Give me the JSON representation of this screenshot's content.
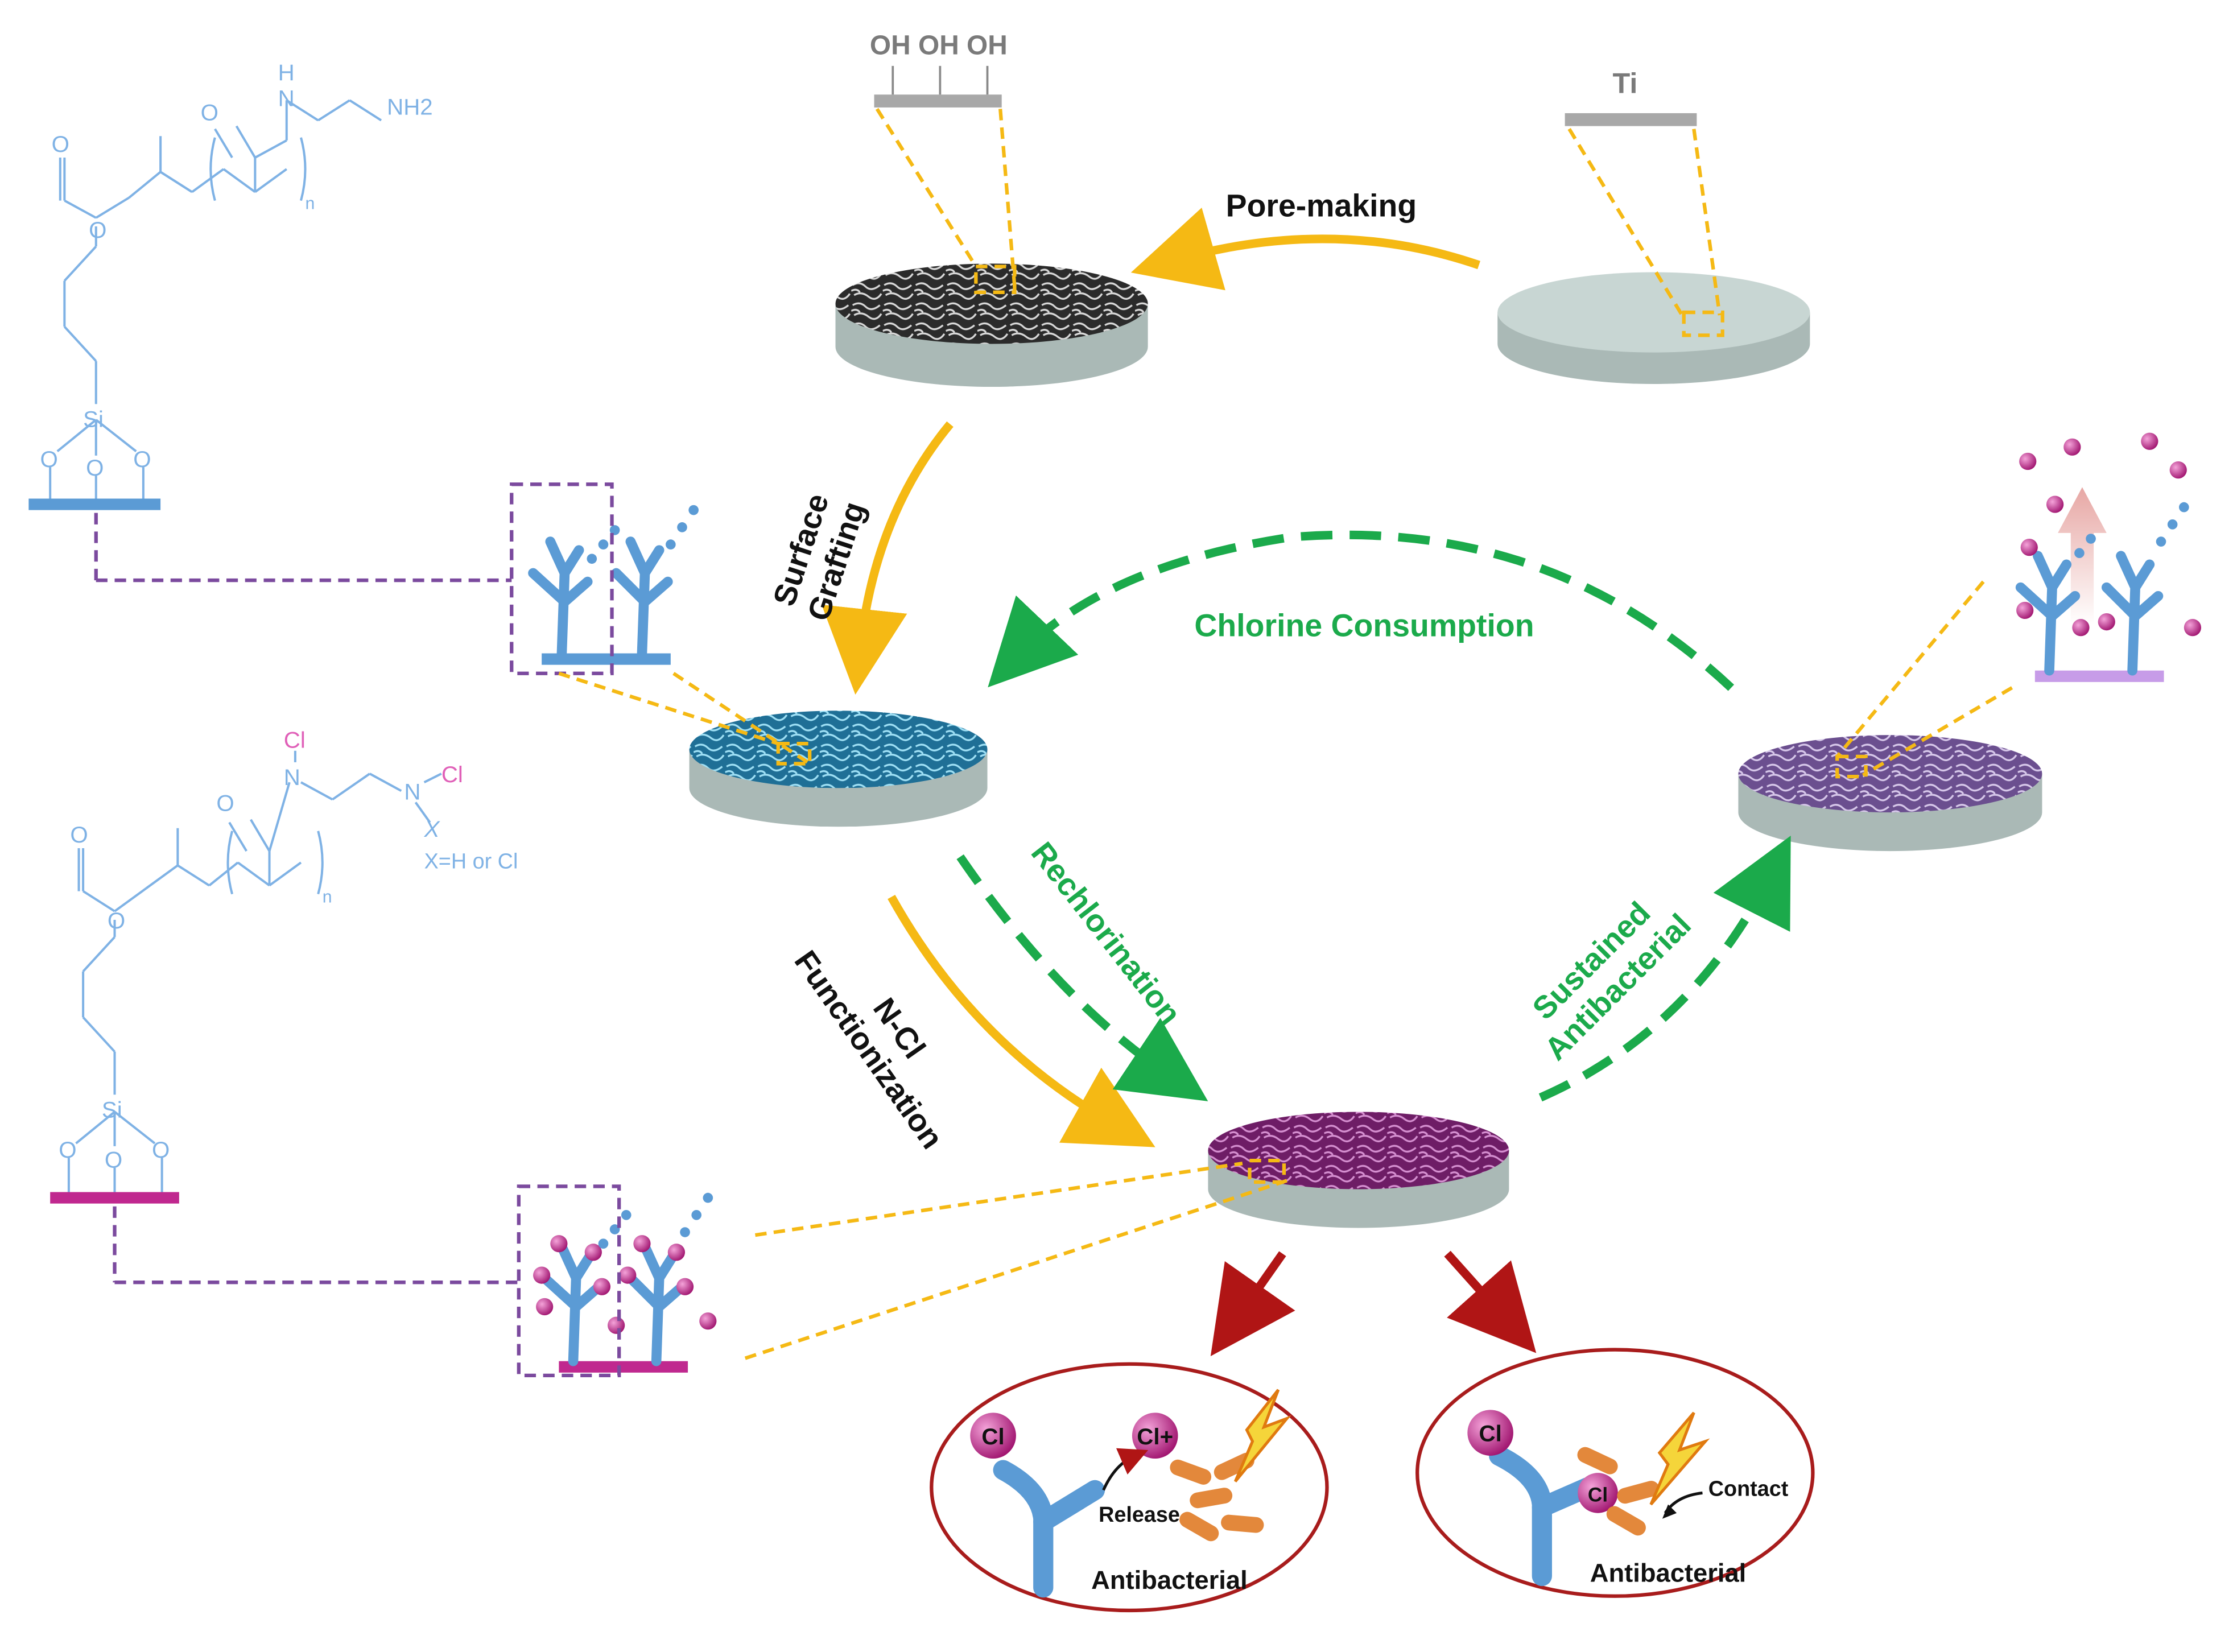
{
  "labels": {
    "oh_groups": "OH OH OH",
    "ti": "Ti",
    "pore_making": "Pore-making",
    "surface": "Surface",
    "grafting": "Grafting",
    "chlorine_consumption": "Chlorine Consumption",
    "rechlorination": "Rechlorination",
    "ncl": "N-Cl",
    "functionization": "Functionization",
    "sustained": "Sustained",
    "antibacterial_arrow": "Antibacterial",
    "release": "Release",
    "contact": "Contact",
    "antibacterial_left": "Antibacterial",
    "antibacterial_right": "Antibacterial"
  },
  "chem_top": {
    "nh2": "NH2",
    "h": "H",
    "o_amide": "O",
    "o_ester1": "O",
    "o_ester2": "O",
    "n_sub": "n",
    "si": "Si",
    "o_si1": "O",
    "o_si2": "O",
    "o_si3": "O"
  },
  "chem_bottom": {
    "cl1": "Cl",
    "cl2": "Cl",
    "x_note": "X=H or Cl",
    "x": "X",
    "o_amide": "O",
    "o_ester1": "O",
    "o_ester2": "O",
    "n_sub": "n",
    "si": "Si",
    "o_si1": "O",
    "o_si2": "O",
    "o_si3": "O"
  },
  "ions": {
    "cl_left": "Cl",
    "cl_plus": "Cl+",
    "cl_right_top": "Cl",
    "cl_right_mid": "Cl"
  },
  "colors": {
    "yellow": "#F5B914",
    "green": "#1BAA4B",
    "red": "#B01515",
    "blue_polymer": "#5B9BD5",
    "magenta": "#C0288F",
    "purple_dash": "#7B4A9E",
    "chem_blue": "#7FB2E5",
    "chem_pink": "#E060B8"
  }
}
